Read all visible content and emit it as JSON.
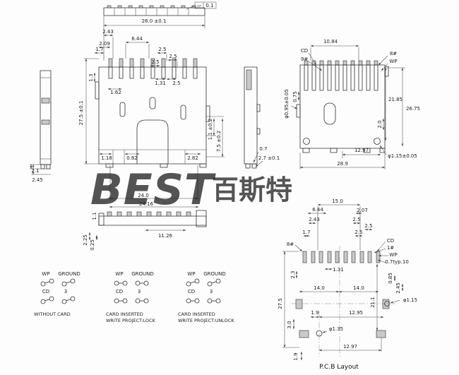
{
  "watermark": {
    "latin": "BEST",
    "cjk": "百斯特",
    "latin_color": "#8ba7d4",
    "cjk_color": "#93abd2"
  },
  "top_view": {
    "tolerance_symbol": "▱",
    "tolerance_value": "0.1",
    "width": "28.0 ±0.1"
  },
  "front_view": {
    "d_243": "2.43",
    "d_644": "6.44",
    "d_209": "2.09",
    "d_17": "1.7",
    "d_25_a": "2.5",
    "d_25_b": "2.5",
    "d_25_c": "2.5",
    "d_25_d": "2.5",
    "d_13": "1.3",
    "d_162": "1.62",
    "d_131": "1.31",
    "height": "27.5 ±0.1",
    "d_118": "1.18",
    "d_082": "0.82",
    "d_282": "2.82",
    "d_11_tol": "1.1 ±0.2",
    "d_75_tol": "7.5 ±0.2",
    "d_240": "24.0",
    "d_2416": "24.16",
    "d_1126": "11.26",
    "d_11": "1.1",
    "d_225": "2.25",
    "d_025": "0.25"
  },
  "left_view": {
    "d_21": "2.1",
    "d_245": "2.45"
  },
  "mid_view": {
    "d_07": "0.7",
    "d_27": "2.7 ±0.1"
  },
  "right_view": {
    "d_1084": "10.84",
    "lbl_cd": "CD",
    "lbl_9": "9#",
    "lbl_8": "8#",
    "lbl_wp": "WP",
    "d_hole_a": "φ0.95±0.05",
    "d_075": "0.75",
    "d_2185": "21.85",
    "d_2675": "26.75",
    "d_20": "2.0",
    "d_1297": "12.97",
    "d_289": "28.9",
    "d_hole_b": "φ1.15±0.05"
  },
  "pcb": {
    "title": "P.C.B Layout",
    "d_150": "15.0",
    "d_644": "6.44",
    "d_207": "2.07",
    "d_243": "2.43",
    "d_25_a": "2.5",
    "d_25_b": "2.5",
    "d_25_c": "2.5",
    "d_17": "1.7",
    "lbl_8": "8#",
    "lbl_cd": "CD",
    "lbl_1": "1#",
    "lbl_wp": "WP",
    "d_07typ": "0.7typ.10",
    "d_131": "1.31",
    "d_23": "2.3",
    "d_140_a": "14.0",
    "d_140_b": "14.0",
    "d_211": "21.1",
    "d_085": "0.85",
    "d_245": "2.45",
    "d_hole_b": "φ1.15",
    "d_275": "27.5",
    "d_19_a": "1.9",
    "d_1295": "12.95",
    "d_30": "3.0",
    "d_hole_a": "φ1.35",
    "d_1297": "12.97",
    "d_19_b": "1.9"
  },
  "switches": {
    "wp": "WP",
    "ground": "GROUND",
    "cd": "CD",
    "three": "3",
    "captions": [
      {
        "line1": "WITHOUT CARD",
        "line2": ""
      },
      {
        "line1": "CARD INSERTED",
        "line2": "WRITE PROJECT:LOCK"
      },
      {
        "line1": "CARD INSERTED",
        "line2": "WRITE PROJECT:UNLOCK"
      }
    ]
  }
}
